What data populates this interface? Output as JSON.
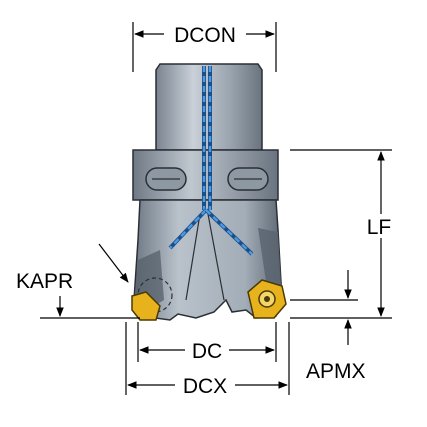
{
  "diagram": {
    "labels": {
      "dcon": "DCON",
      "lf": "LF",
      "kapr": "KAPR",
      "dc": "DC",
      "apmx": "APMX",
      "dcx": "DCX"
    },
    "colors": {
      "body_light": "#b8c1cb",
      "body_dark": "#5a6470",
      "coolant_channel": "#3f8fd8",
      "insert_gold": "#e8b21c",
      "dimension_line": "#000000"
    }
  }
}
